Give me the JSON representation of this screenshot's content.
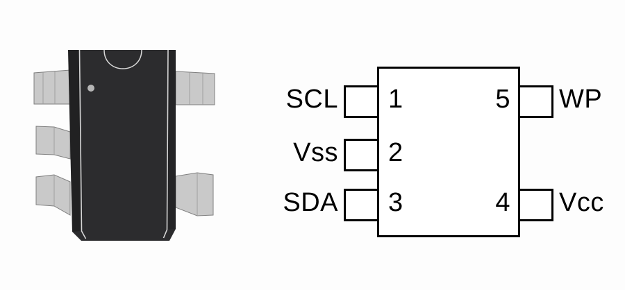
{
  "illustration": {
    "name": "sot23-5-ic-package-3d-render",
    "body_color": "#2c2c2e",
    "lead_color": "#c9c9c9",
    "lead_edge_color": "#7f7f7f",
    "highlight_line_color": "#d6d6d6",
    "pin1_dot_color": "#b5b5b5"
  },
  "pinout": {
    "outline_color": "#000000",
    "background_color": "#ffffff",
    "pins": [
      {
        "number": "1",
        "name": "SCL",
        "side": "left"
      },
      {
        "number": "2",
        "name": "Vss",
        "side": "left"
      },
      {
        "number": "3",
        "name": "SDA",
        "side": "left"
      },
      {
        "number": "4",
        "name": "Vcc",
        "side": "right"
      },
      {
        "number": "5",
        "name": "WP",
        "side": "right"
      }
    ]
  }
}
